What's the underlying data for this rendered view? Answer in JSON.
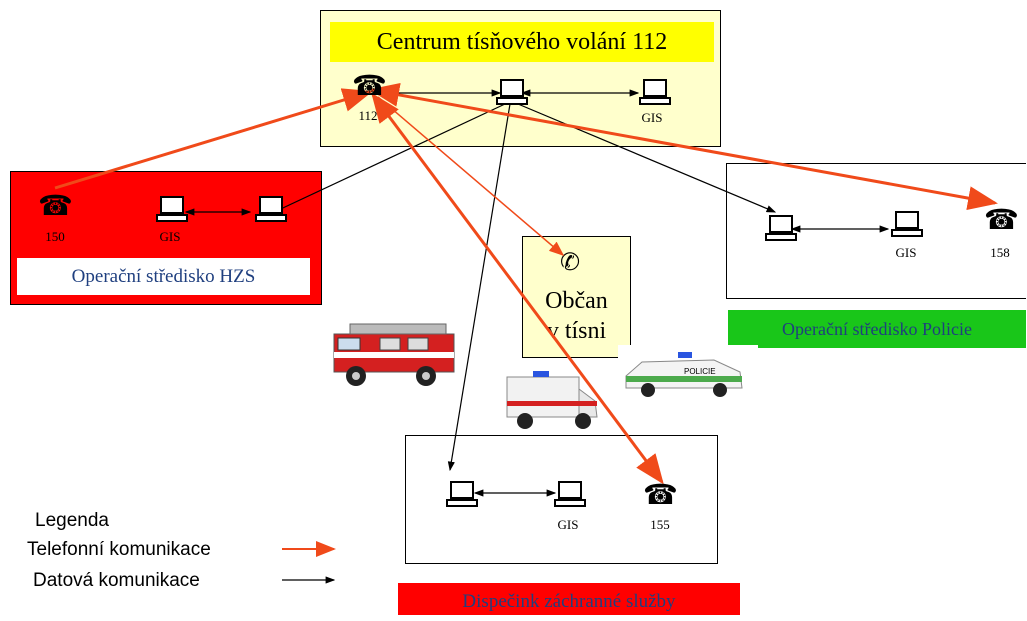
{
  "center": {
    "title": "Centrum tísňového volání 112",
    "phone_number": "112",
    "gis_label": "GIS"
  },
  "hzs": {
    "name": "Operační středisko HZS",
    "phone_number": "150",
    "gis_label": "GIS"
  },
  "police": {
    "name": "Operační středisko Policie",
    "phone_number": "158",
    "gis_label": "GIS"
  },
  "ems": {
    "name": "Dispečink záchranné služby",
    "phone_number": "155",
    "gis_label": "GIS"
  },
  "citizen": {
    "line1": "Občan",
    "line2": "v tísni"
  },
  "legend": {
    "title": "Legenda",
    "phone": "Telefonní komunikace",
    "data": "Datová komunikace"
  },
  "vehicles": {
    "police_text": "POLICIE"
  },
  "colors": {
    "phone_line": "#f04a1a",
    "data_line": "#000000",
    "center_bg": "#ffffcc",
    "title_bg": "#ffff00",
    "hzs_bg": "#ff0000",
    "police_label_bg": "#19c619",
    "ems_label_bg": "#ff0000",
    "citizen_bg": "#ffffcc"
  }
}
